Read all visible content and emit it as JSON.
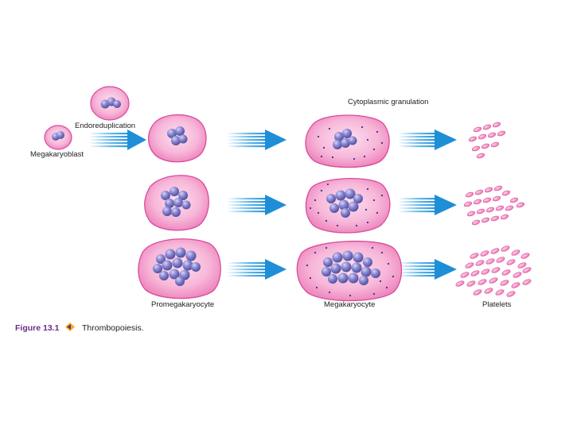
{
  "labels": {
    "megakaryoblast": "Megakaryoblast",
    "endoreduplication": "Endoreduplication",
    "cytoplasmic_granulation": "Cytoplasmic granulation",
    "promegakaryocyte": "Promegakaryocyte",
    "megakaryocyte": "Megakaryocyte",
    "platelets": "Platelets"
  },
  "caption": {
    "number": "Figure 13.1",
    "text": "Thrombopoiesis."
  },
  "colors": {
    "cytoplasm": "#f5a3d0",
    "cytoplasm_edge": "#d94a9b",
    "nucleus": "#7b78c9",
    "nucleus_dark": "#4a478f",
    "granule": "#3a2f8a",
    "platelet": "#f07ab5",
    "arrow": "#2f9fe0",
    "caption_accent": "#6a2c8a",
    "caption_icon": "#f2b21b"
  }
}
